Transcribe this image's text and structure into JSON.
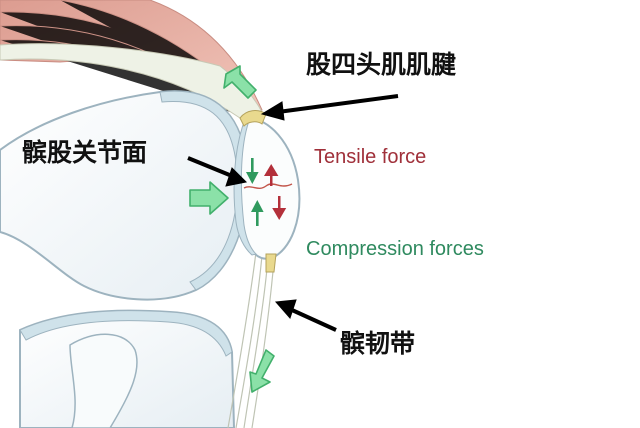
{
  "labels": {
    "quadriceps_tendon": "股四头肌肌腱",
    "patellofemoral_surface": "髌股关节面",
    "patellar_ligament": "髌韧带",
    "tensile_force": "Tensile force",
    "compression_forces": "Compression forces"
  },
  "colors": {
    "tensile": "#a0303a",
    "compression": "#2f8a5f",
    "arrow_fill": "#86dfa6",
    "arrow_stroke": "#3fae6a",
    "bone": "#f4f8fa",
    "cartilage": "#cfe2ea",
    "muscle": "#e8b1a4",
    "tendon": "#e7e6d8"
  },
  "icons": [
    "pointer-arrow-icon",
    "green-arrow-icon",
    "red-arrow-icon"
  ]
}
